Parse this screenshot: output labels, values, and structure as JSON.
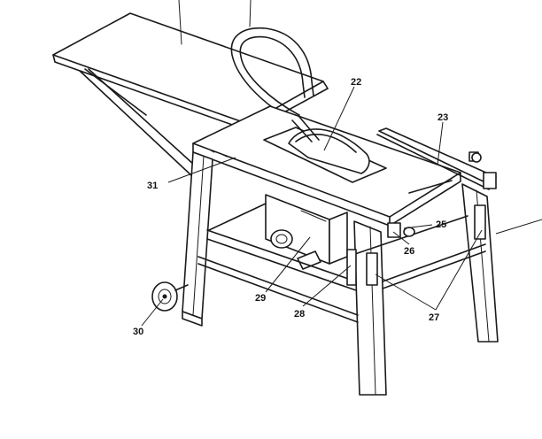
{
  "diagram": {
    "callouts": [
      {
        "id": "22",
        "label": "22"
      },
      {
        "id": "23",
        "label": "23"
      },
      {
        "id": "25",
        "label": "25"
      },
      {
        "id": "26",
        "label": "26"
      },
      {
        "id": "27",
        "label": "27"
      },
      {
        "id": "28",
        "label": "28"
      },
      {
        "id": "29",
        "label": "29"
      },
      {
        "id": "30",
        "label": "30"
      },
      {
        "id": "31",
        "label": "31"
      }
    ],
    "parts": [
      {
        "name": "extension-table",
        "icon": "extension-table-shape"
      },
      {
        "name": "dust-extraction-hose",
        "icon": "hose-shape"
      },
      {
        "name": "saw-blade-guard",
        "icon": "blade-guard-shape"
      },
      {
        "name": "rip-fence",
        "icon": "rip-fence-shape"
      },
      {
        "name": "table-top",
        "icon": "table-top-shape"
      },
      {
        "name": "motor-housing",
        "icon": "motor-shape"
      },
      {
        "name": "transport-wheel",
        "icon": "wheel-shape"
      },
      {
        "name": "leg-frame",
        "icon": "leg-frame-shape"
      }
    ]
  }
}
